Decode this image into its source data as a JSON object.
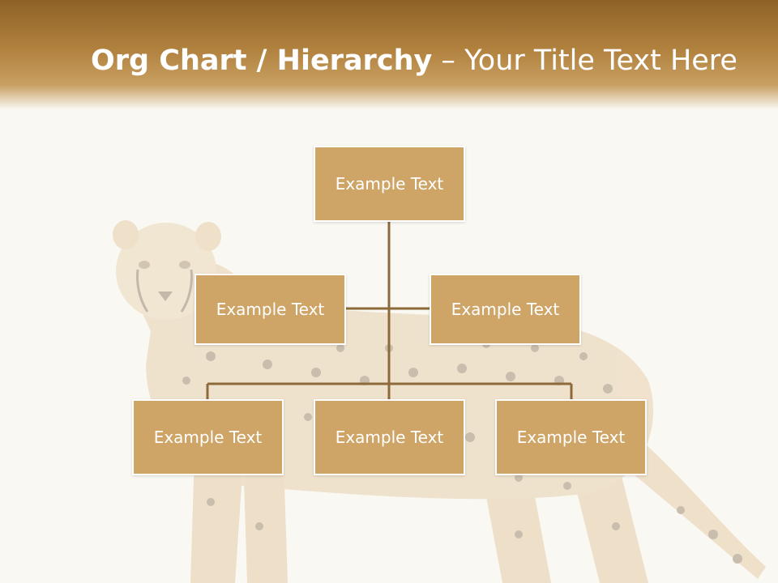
{
  "slide": {
    "title_bold": "Org Chart / Hierarchy",
    "title_dash": " – ",
    "title_rest": "Your Title Text Here"
  },
  "colors": {
    "header_band": "#b1813e",
    "node_fill": "#cea567",
    "node_border": "#ffffff",
    "connector": "#8c6a3a",
    "background": "#faf8f3"
  },
  "background_image": "cheetah-watermark",
  "org_chart": {
    "root": {
      "label": "Example Text"
    },
    "level1": [
      {
        "label": "Example Text"
      },
      {
        "label": "Example Text"
      }
    ],
    "level2": [
      {
        "label": "Example Text"
      },
      {
        "label": "Example Text"
      },
      {
        "label": "Example Text"
      }
    ]
  }
}
